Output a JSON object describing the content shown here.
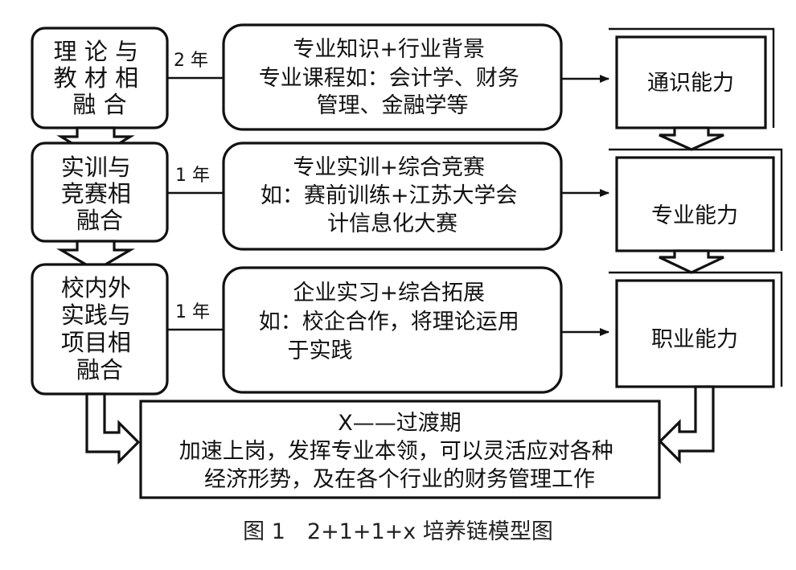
{
  "stages": [
    {
      "label_lines": [
        "理 论 与",
        "教 材 相",
        "融 合"
      ],
      "duration": "2 年",
      "detail_lines": [
        "专业知识+行业背景",
        "专业课程如：会计学、财务",
        "管理、金融学等"
      ],
      "ability": "通识能力"
    },
    {
      "label_lines": [
        "实训与",
        "竞赛相",
        "融合"
      ],
      "duration": "1 年",
      "detail_lines": [
        "专业实训+综合竞赛",
        "如：赛前训练+江苏大学会",
        "计信息化大赛"
      ],
      "ability": "专业能力"
    },
    {
      "label_lines": [
        "校内外",
        "实践与",
        "项目相",
        "融合"
      ],
      "duration": "1 年",
      "detail_lines": [
        "企业实习+综合拓展",
        "如：校企合作，将理论运用",
        "于实践"
      ],
      "ability": "职业能力"
    }
  ],
  "transition": {
    "title": "X——过渡期",
    "lines": [
      "加速上岗，发挥专业本领，可以灵活应对各种",
      "经济形势，及在各个行业的财务管理工作"
    ]
  },
  "caption": "图 1　2+1+1+x 培养链模型图"
}
